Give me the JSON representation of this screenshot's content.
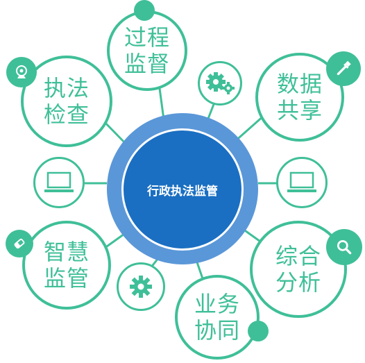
{
  "center": {
    "label": "行政执法监管"
  },
  "nodes": {
    "top": {
      "line1": "过程",
      "line2": "监督"
    },
    "top_left": {
      "line1": "执法",
      "line2": "检查"
    },
    "top_right": {
      "line1": "数据",
      "line2": "共享"
    },
    "bottom_left": {
      "line1": "智慧",
      "line2": "监管"
    },
    "bottom_right": {
      "line1": "综合",
      "line2": "分析"
    },
    "bottom": {
      "line1": "业务",
      "line2": "协同"
    }
  },
  "icons": {
    "top_left_badge": "webcam-icon",
    "top_right_badge": "dropper-icon",
    "bottom_left_badge": "eraser-icon",
    "bottom_right_badge": "magnifier-icon",
    "top_small": "gears-icon",
    "bottom_small": "gear-icon",
    "left_small": "laptop-icon",
    "right_small": "laptop-icon"
  },
  "colors": {
    "green": "#3fbf98",
    "blue": "#1a6fc2",
    "ring": "#5a97d8"
  }
}
